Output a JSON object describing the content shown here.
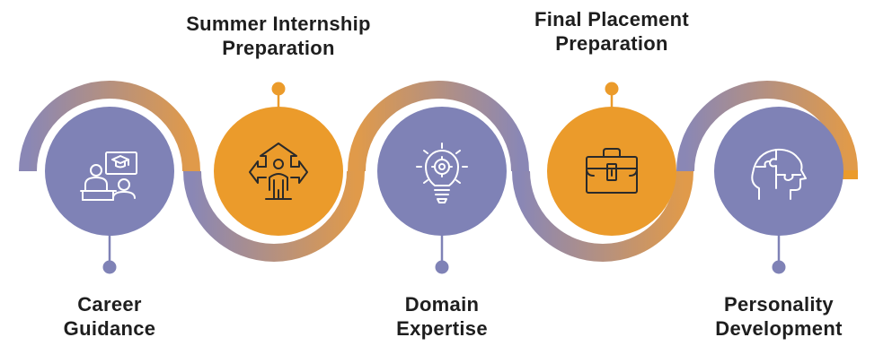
{
  "colors": {
    "purple": "#7f82b6",
    "orange": "#eb9b2b",
    "icon_stroke": "#ffffff",
    "icon_stroke_on_orange": "#2a2a2a",
    "text": "#1e1e1e"
  },
  "steps": [
    {
      "line1": "Career",
      "line2": "Guidance",
      "icon": "classroom-teacher-icon",
      "color": "purple"
    },
    {
      "line1": "Summer Internship",
      "line2": "Preparation",
      "icon": "person-arrows-growth-icon",
      "color": "orange"
    },
    {
      "line1": "Domain",
      "line2": "Expertise",
      "icon": "lightbulb-gear-icon",
      "color": "purple"
    },
    {
      "line1": "Final Placement",
      "line2": "Preparation",
      "icon": "briefcase-icon",
      "color": "orange"
    },
    {
      "line1": "Personality",
      "line2": "Development",
      "icon": "head-puzzle-icon",
      "color": "purple"
    }
  ]
}
